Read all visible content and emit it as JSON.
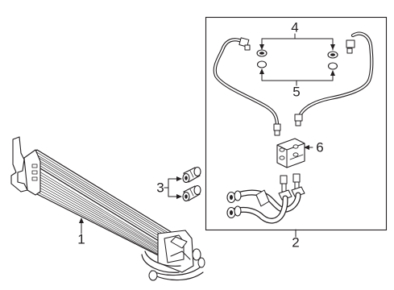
{
  "callouts": {
    "oil_cooler": "1",
    "tube_assembly": "2",
    "hose_connectors": "3",
    "o_rings_upper": "4",
    "o_rings_lower": "5",
    "clamp_block": "6"
  },
  "colors": {
    "line": "#231f20",
    "background": "#ffffff"
  }
}
